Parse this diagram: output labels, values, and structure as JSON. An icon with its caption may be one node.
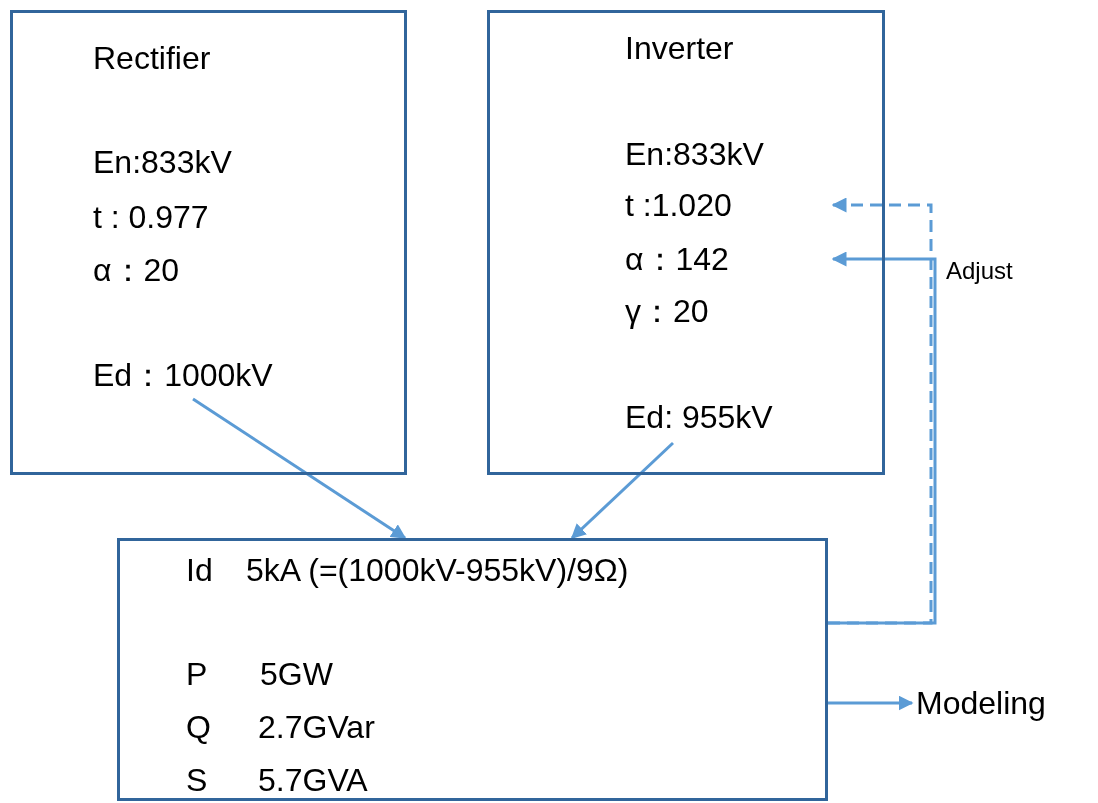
{
  "diagram": {
    "nodes": [
      {
        "text": [
          "Rectifier",
          "En:833kV",
          "t : 0.977",
          "α：20"
        ]
      },
      {
        "text": [
          "Ed：1000kV"
        ],
        "in": 0
      },
      {
        "text": [
          "Inverter",
          "En:833kV"
        ]
      },
      {
        "text": [
          "t :1.020"
        ],
        "in": 2
      },
      {
        "text": [
          "α：142"
        ],
        "in": 2
      },
      {
        "text": [
          "γ：20"
        ],
        "in": 2
      },
      {
        "text": [
          "Ed: 955kV"
        ],
        "in": 2
      },
      {
        "text": [
          "Id",
          "5kA (=(1000kV-955kV)/9Ω)",
          "P",
          "5GW",
          "Q",
          "2.7GVar",
          "S",
          "5.7GVA"
        ]
      },
      {
        "text": [
          "Modeling"
        ]
      }
    ],
    "edges": [
      {
        "from": 1,
        "to": 7,
        "arrow": "to"
      },
      {
        "from": 6,
        "to": 7,
        "arrow": "to"
      },
      {
        "from": 7,
        "to": 3,
        "arrow": "to",
        "style": "dashed"
      },
      {
        "from": 7,
        "to": 4,
        "arrow": "to"
      },
      {
        "from": 7,
        "to": 8,
        "arrow": "to"
      }
    ],
    "labels": [
      "Adjust"
    ]
  }
}
